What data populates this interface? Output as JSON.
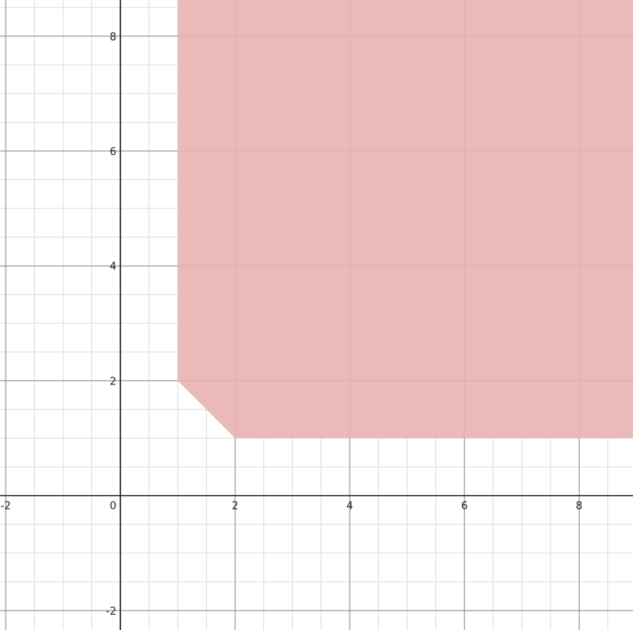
{
  "chart_data": {
    "type": "area",
    "title": "",
    "xlabel": "",
    "ylabel": "",
    "xlim": [
      -2.1,
      8.94
    ],
    "ylim": [
      -2.34,
      8.63
    ],
    "grid": true,
    "minor_grid_step": 0.5,
    "major_grid_step": 2,
    "x_ticks": [
      {
        "value": -2,
        "label": "-2"
      },
      {
        "value": 0,
        "label": "0"
      },
      {
        "value": 2,
        "label": "2"
      },
      {
        "value": 4,
        "label": "4"
      },
      {
        "value": 6,
        "label": "6"
      },
      {
        "value": 8,
        "label": "8"
      }
    ],
    "y_ticks": [
      {
        "value": -2,
        "label": "-2"
      },
      {
        "value": 2,
        "label": "2"
      },
      {
        "value": 4,
        "label": "4"
      },
      {
        "value": 6,
        "label": "6"
      },
      {
        "value": 8,
        "label": "8"
      }
    ],
    "region": {
      "fill_color": "#e8b2b4",
      "vertices": [
        [
          1,
          8.63
        ],
        [
          1,
          2
        ],
        [
          2,
          1
        ],
        [
          8.94,
          1
        ],
        [
          8.94,
          8.63
        ]
      ]
    }
  },
  "colors": {
    "minor_grid": "#dddddd",
    "major_grid": "#888888",
    "axis": "#222222"
  }
}
